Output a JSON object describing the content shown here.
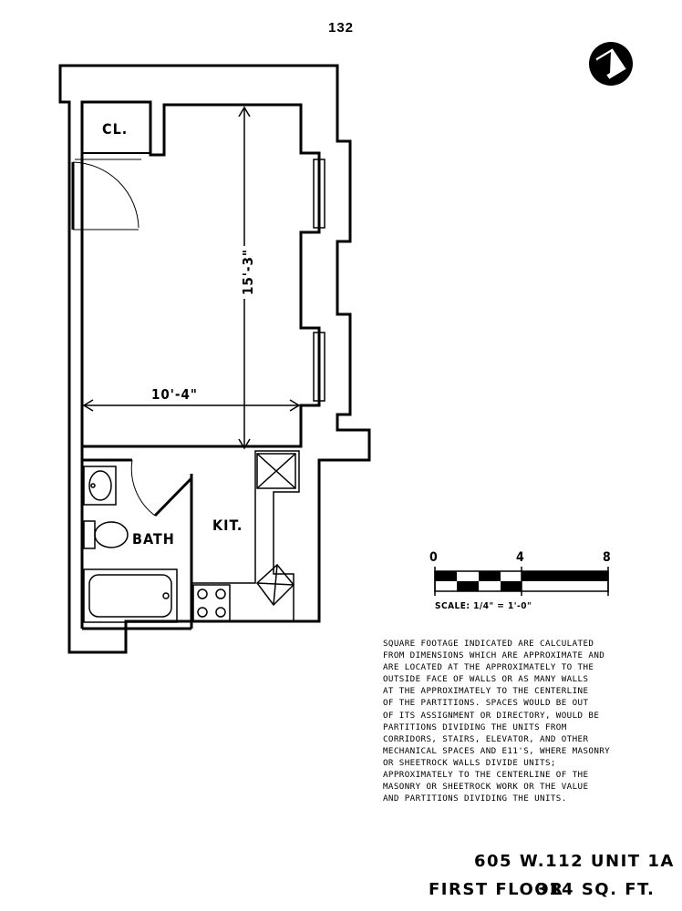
{
  "page_number": "132",
  "rooms": {
    "closet": "CL.",
    "bath": "BATH",
    "kitchen": "KIT."
  },
  "dimensions": {
    "vertical": "15'-3\"",
    "horizontal": "10'-4\""
  },
  "scale_bar": {
    "ticks": [
      "0",
      "4",
      "8"
    ],
    "label": "SCALE: 1/4\" = 1'-0\""
  },
  "notes": [
    "SQUARE FOOTAGE INDICATED ARE CALCULATED",
    "FROM DIMENSIONS WHICH ARE APPROXIMATE AND",
    "ARE LOCATED AT THE APPROXIMATELY TO THE",
    "OUTSIDE FACE OF WALLS OR AS MANY WALLS",
    "AT THE APPROXIMATELY TO THE CENTERLINE",
    "OF THE PARTITIONS.  SPACES WOULD BE OUT",
    "OF ITS ASSIGNMENT OR DIRECTORY, WOULD BE",
    "PARTITIONS DIVIDING THE UNITS FROM",
    "CORRIDORS, STAIRS, ELEVATOR, AND OTHER",
    "MECHANICAL SPACES AND E11'S, WHERE MASONRY",
    "OR SHEETROCK WALLS DIVIDE UNITS;",
    "APPROXIMATELY TO THE CENTERLINE OF THE",
    "MASONRY OR SHEETROCK WORK OR THE VALUE",
    "AND PARTITIONS DIVIDING THE UNITS."
  ],
  "title_block": {
    "address_unit": "605 W.112 UNIT 1A",
    "floor": "FIRST FLOOR",
    "area": "314 SQ. FT."
  },
  "icons": {
    "north_arrow": "north-arrow-icon"
  }
}
